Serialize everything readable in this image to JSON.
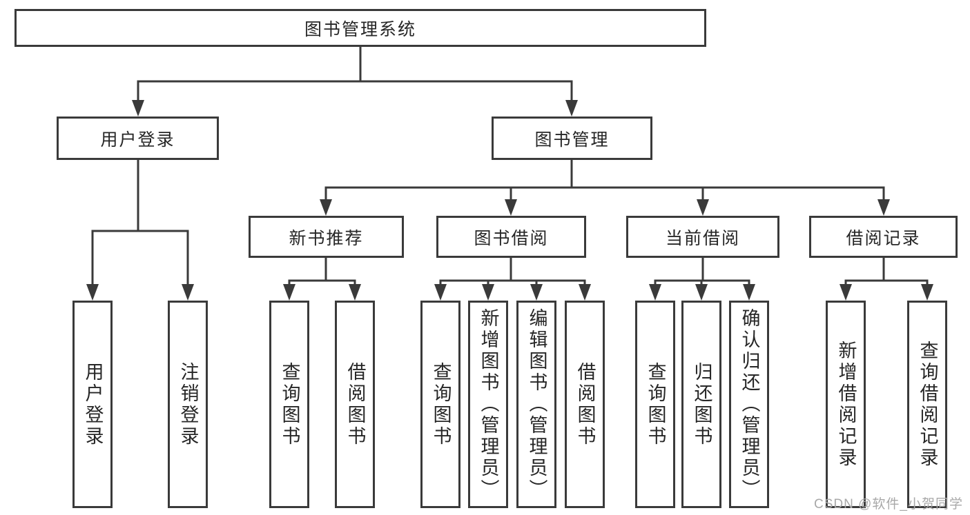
{
  "diagram": {
    "title": "图书管理系统",
    "root": {
      "id": "library-management-system",
      "label": "图书管理系统"
    },
    "level2": {
      "user_login": {
        "label": "用户登录",
        "parent": "图书管理系统"
      },
      "book_management": {
        "label": "图书管理",
        "parent": "图书管理系统"
      }
    },
    "level3": {
      "new_book_recommend": {
        "label": "新书推荐",
        "parent": "图书管理"
      },
      "book_borrowing": {
        "label": "图书借阅",
        "parent": "图书管理"
      },
      "current_borrowing": {
        "label": "当前借阅",
        "parent": "图书管理"
      },
      "borrowing_records": {
        "label": "借阅记录",
        "parent": "图书管理"
      }
    },
    "leaves": [
      {
        "label": "用户登录",
        "parent": "用户登录"
      },
      {
        "label": "注销登录",
        "parent": "用户登录"
      },
      {
        "label": "查询图书",
        "parent": "新书推荐"
      },
      {
        "label": "借阅图书",
        "parent": "新书推荐"
      },
      {
        "label": "查询图书",
        "parent": "图书借阅"
      },
      {
        "label": "新增图书（管理员）",
        "parent": "图书借阅"
      },
      {
        "label": "编辑图书（管理员）",
        "parent": "图书借阅"
      },
      {
        "label": "借阅图书",
        "parent": "图书借阅"
      },
      {
        "label": "查询图书",
        "parent": "当前借阅"
      },
      {
        "label": "归还图书",
        "parent": "当前借阅"
      },
      {
        "label": "确认归还（管理员）",
        "parent": "当前借阅"
      },
      {
        "label": "新增借阅记录",
        "parent": "借阅记录"
      },
      {
        "label": "查询借阅记录",
        "parent": "借阅记录"
      }
    ],
    "colors": {
      "line": "#3a3a3a",
      "box_border": "#3a3a3a",
      "text": "#262626",
      "watermark": "#a8a8a8",
      "background": "#ffffff"
    },
    "watermark": "CSDN @软件_小贺同学"
  }
}
